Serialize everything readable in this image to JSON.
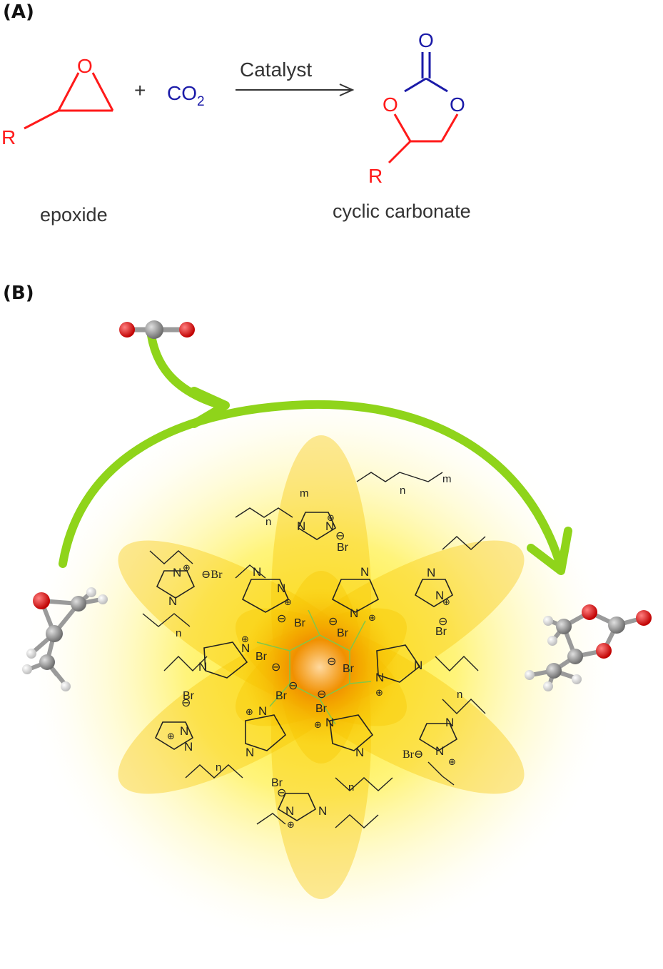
{
  "panels": {
    "a": {
      "label": "(A)",
      "plus": "+",
      "co2": "CO",
      "co2_subscript": "2",
      "arrow_label": "Catalyst",
      "epoxide_label": "epoxide",
      "product_label": "cyclic carbonate",
      "atom_o": "O",
      "atom_r": "R",
      "colors": {
        "reactant": "#ff1a1a",
        "co2": "#1a1aa8",
        "arrow": "#333333",
        "text": "#333333"
      }
    },
    "b": {
      "label": "(B)",
      "bromide": "Br",
      "charge_minus": "⊖",
      "charge_plus": "⊕",
      "polymer_n": "n",
      "polymer_m": "m",
      "nitrogen": "N",
      "bromide_prefixed": "⊖Br",
      "bromide_suffixed": "Br⊖",
      "colors": {
        "cycle_arrow": "#8fd41a",
        "glow": "#ffe600",
        "petal": "#f6c400",
        "core": "#f08a00",
        "oxygen": "#e01515",
        "carbon": "#8c8c8c",
        "hydrogen": "#ffffff"
      }
    }
  }
}
